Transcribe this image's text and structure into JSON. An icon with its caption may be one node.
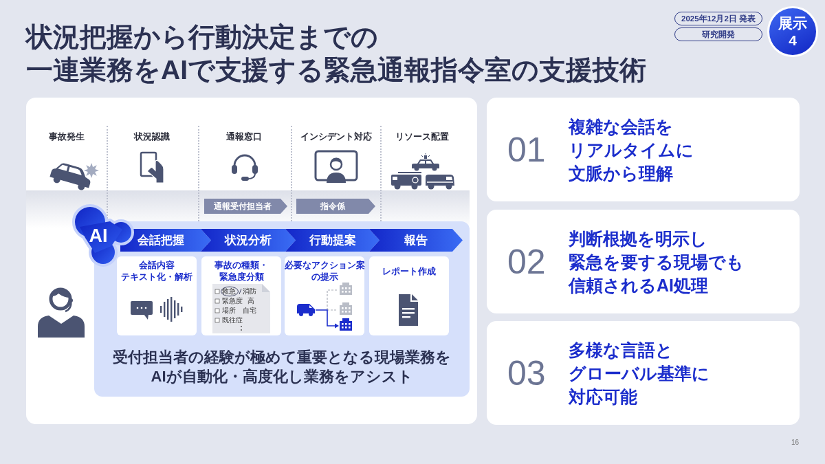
{
  "diagram": {
    "title": "状況把握から行動決定までの一連業務をAIで支援する緊急通報指令室の支援技術",
    "nodes": [
      {
        "text": [
          "2025年12月2日 発表"
        ]
      },
      {
        "text": [
          "研究開発"
        ]
      },
      {
        "text": [
          "展示",
          "4"
        ]
      },
      {
        "text": [],
        "shape": "box"
      },
      {
        "text": [
          "通報受付担当者"
        ],
        "in": 3
      },
      {
        "text": [
          "指令係"
        ],
        "in": 3
      },
      {
        "text": [
          "AI"
        ],
        "in": 3
      },
      {
        "text": [
          "受付担当者の経験が極めて重要となる現場業務をAIが自動化・高度化し業務をアシスト"
        ],
        "in": 3
      },
      {
        "text": [
          "会話把握"
        ],
        "in": 7
      },
      {
        "text": [
          "状況分析"
        ],
        "in": 7
      },
      {
        "text": [
          "行動提案"
        ],
        "in": 7
      },
      {
        "text": [
          "報告"
        ],
        "in": 7
      },
      {
        "text": [
          "会話内容テキスト化・解析"
        ],
        "in": 7
      },
      {
        "text": [
          "事故の種類・緊急度分類"
        ],
        "in": 7
      },
      {
        "text": [
          "必要なアクション案の提示"
        ],
        "in": 7
      },
      {
        "text": [
          "レポート作成"
        ],
        "in": 7
      },
      {
        "text": [
          "01",
          "複雑な会話をリアルタイムに文脈から理解"
        ]
      },
      {
        "text": [
          "02",
          "判断根拠を明示し緊急を要する現場でも信頼されるAI処理"
        ]
      },
      {
        "text": [
          "03",
          "多様な言語とグローバル基準に対応可能"
        ]
      }
    ],
    "labels": [
      "事故発生",
      "状況認識",
      "通報窓口",
      "インシデント対応",
      "リソース配置",
      "救急",
      "消防",
      "緊急度",
      "高",
      "場所",
      "自宅",
      "既往症",
      "16"
    ]
  }
}
